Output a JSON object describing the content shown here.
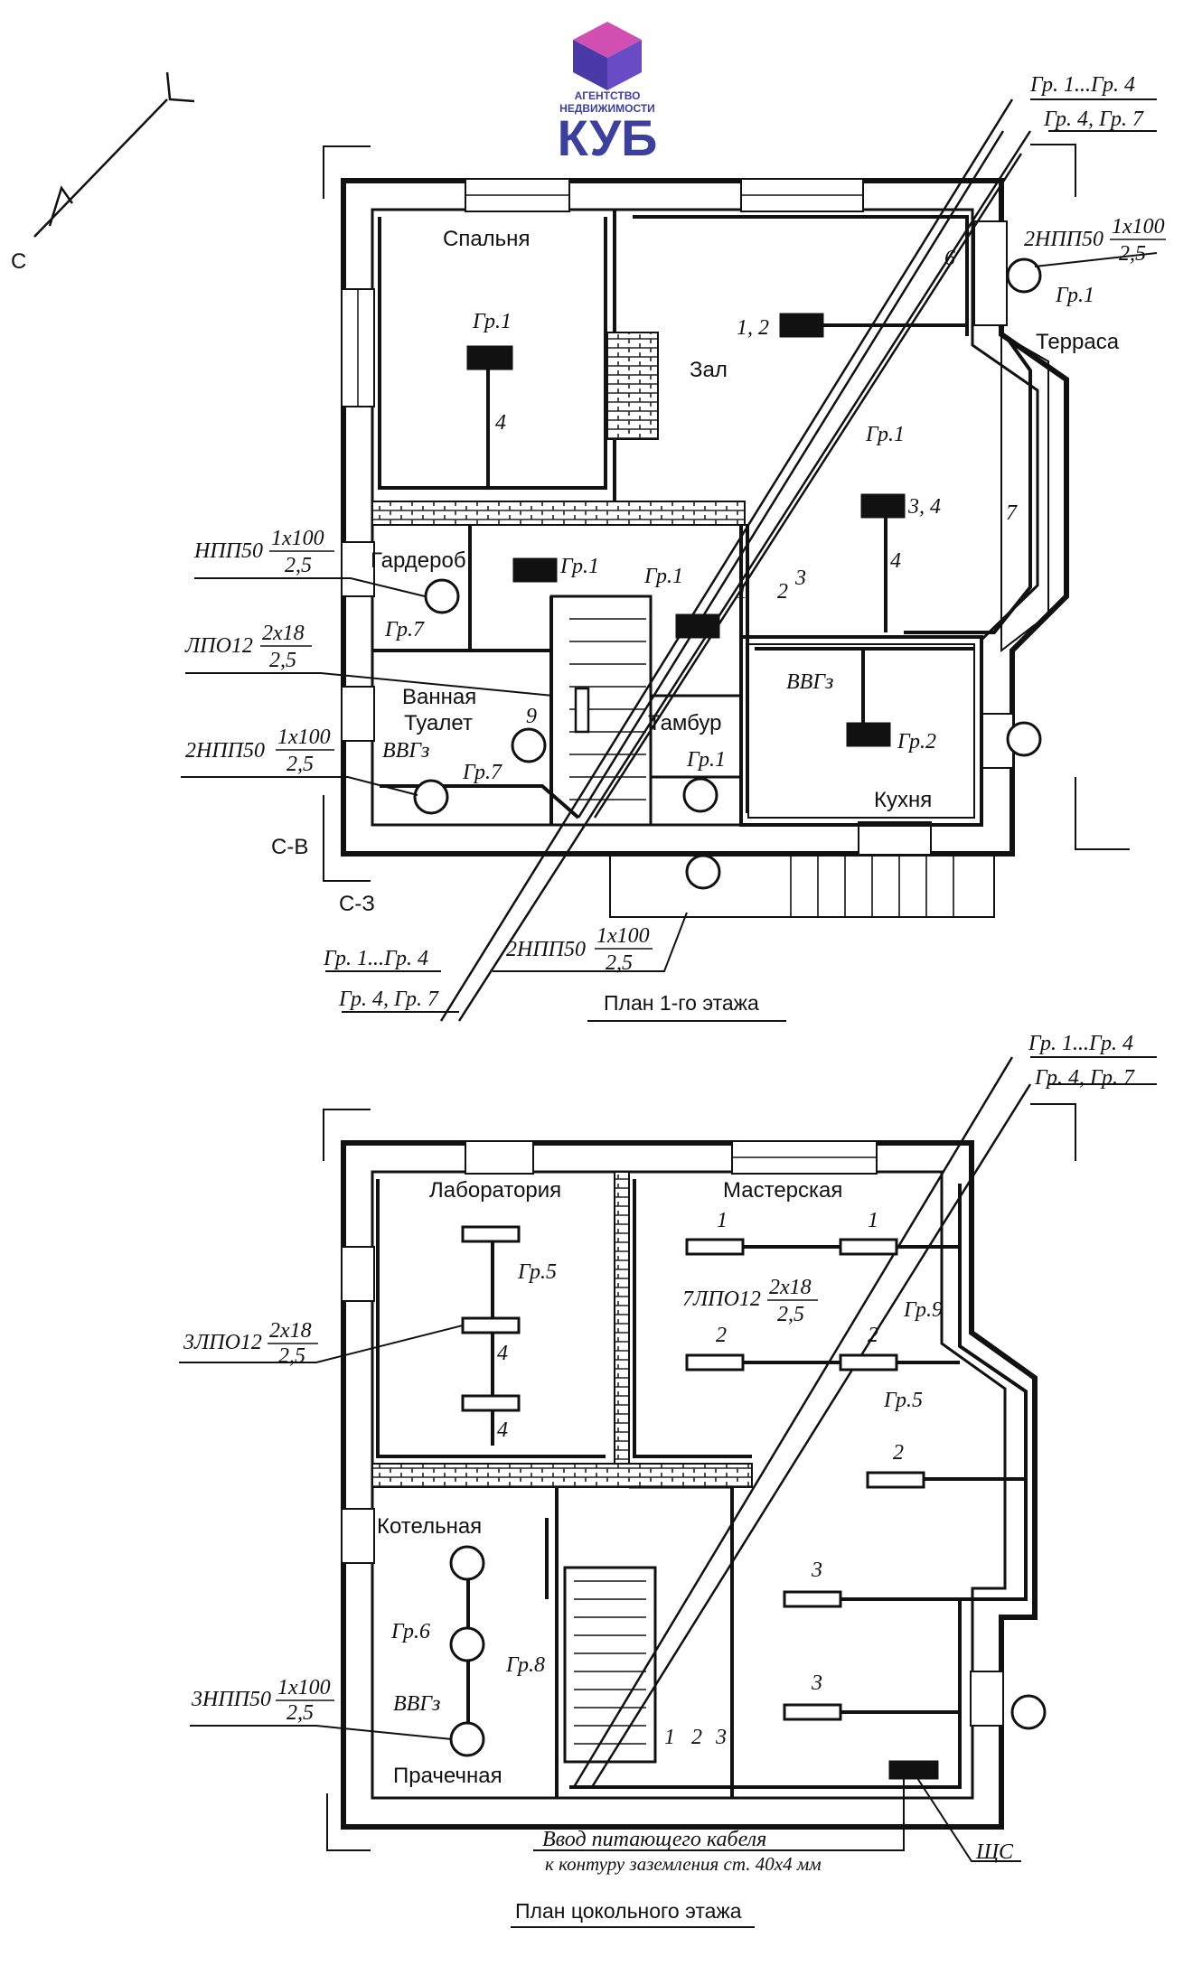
{
  "logo": {
    "line1": "АГЕНТСТВО",
    "line2": "НЕДВИЖИМОСТИ",
    "name": "КУБ",
    "color": "#3b3f9e",
    "cube_top": "#d04fb0",
    "cube_left": "#4a3aa8",
    "cube_right": "#6a4bc6"
  },
  "compass": {
    "north": "С"
  },
  "floor1": {
    "title": "План 1-го этажа",
    "rooms": {
      "bedroom": "Спальня",
      "hall": "Зал",
      "terrace": "Терраса",
      "wardrobe": "Гардероб",
      "bath": "Ванная",
      "toilet": "Туалет",
      "vestibule": "Тамбур",
      "kitchen": "Кухня"
    },
    "directions": {
      "ne": "С-В",
      "nw": "С-З"
    },
    "labels": {
      "gr1_4_top": "Гр. 1...Гр. 4",
      "gr4_7_top": "Гр. 4, Гр. 7",
      "gr1_4_bottom": "Гр. 1...Гр. 4",
      "gr4_7_bottom": "Гр. 4, Гр. 7",
      "gr1_bedroom": "Гр.1",
      "gr1_hall": "Гр.1",
      "gr1_terrace": "Гр.1",
      "gr1_corr": "Гр.1",
      "gr1_stairs": "Гр.1",
      "gr1_vest": "Гр.1",
      "gr2": "Гр.2",
      "gr7_wardrobe": "Гр.7",
      "gr7_bath": "Гр.7",
      "vvg_bath": "ВВГз",
      "vvg_kitchen": "ВВГз",
      "lamp_12": "1, 2",
      "lamp_34": "3, 4",
      "n4": "4",
      "n6": "6",
      "n7": "7",
      "n9": "9",
      "n1": "1",
      "n2": "2",
      "n3": "3"
    },
    "callouts": {
      "npp_main": "НПП50",
      "npp_num": "1x100",
      "npp_den": "2,5",
      "lpo_main": "ЛПО12",
      "lpo_num": "2x18",
      "lpo_den": "2,5",
      "npp2w_main": "2НПП50",
      "npp2w_num": "1x100",
      "npp2w_den": "2,5",
      "npp2t_main": "2НПП50",
      "npp2t_num": "1x100",
      "npp2t_den": "2,5",
      "npp2b_main": "2НПП50",
      "npp2b_num": "1x100",
      "npp2b_den": "2,5"
    }
  },
  "basement": {
    "title": "План цокольного этажа",
    "rooms": {
      "lab": "Лаборатория",
      "workshop": "Мастерская",
      "boiler": "Котельная",
      "laundry": "Прачечная"
    },
    "labels": {
      "gr1_4": "Гр. 1...Гр. 4",
      "gr4_7": "Гр. 4, Гр. 7",
      "gr5_lab": "Гр.5",
      "gr5_ws": "Гр.5",
      "gr9": "Гр.9",
      "gr6": "Гр.6",
      "gr8": "Гр.8",
      "vvg": "ВВГз",
      "cable_in": "Ввод питающего кабеля",
      "ground": "к контуру заземления ст. 40х4 мм",
      "panel": "ЩС",
      "n1": "1",
      "n2": "2",
      "n3": "3",
      "n4": "4"
    },
    "callouts": {
      "lpo3_main": "3ЛПО12",
      "lpo3_num": "2x18",
      "lpo3_den": "2,5",
      "lpo7_main": "7ЛПО12",
      "lpo7_num": "2x18",
      "lpo7_den": "2,5",
      "npp3_main": "3НПП50",
      "npp3_num": "1x100",
      "npp3_den": "2,5"
    }
  }
}
